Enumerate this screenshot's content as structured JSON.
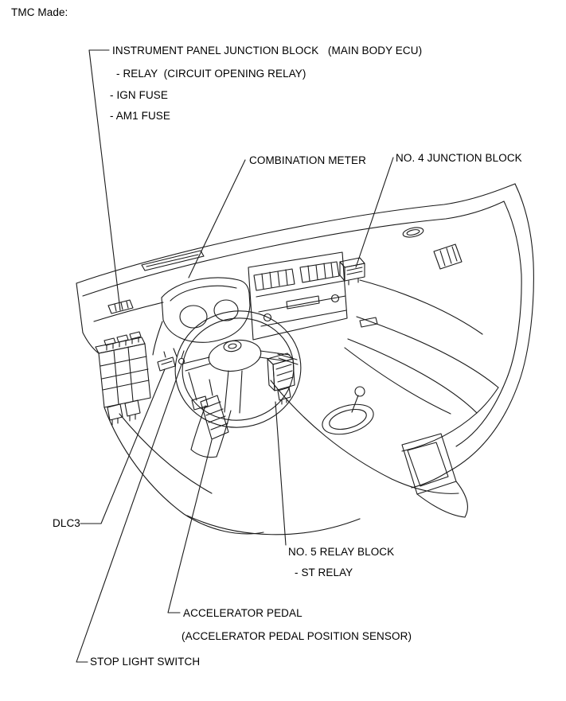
{
  "page": {
    "heading": "TMC Made:"
  },
  "diagram": {
    "subject": "instrument-panel-component-location",
    "line_color": "#1b1b1b",
    "background_color": "#ffffff"
  },
  "callouts": {
    "instrument_panel_junction_block": {
      "title": "INSTRUMENT PANEL JUNCTION BLOCK   (MAIN BODY ECU)",
      "items": [
        "- RELAY  (CIRCUIT OPENING RELAY)",
        "- IGN FUSE",
        "- AM1 FUSE"
      ]
    },
    "combination_meter": "COMBINATION METER",
    "no4_junction_block": "NO. 4 JUNCTION BLOCK",
    "dlc3": "DLC3",
    "no5_relay_block": {
      "title": "NO. 5 RELAY BLOCK",
      "items": [
        "- ST RELAY"
      ]
    },
    "accelerator_pedal": {
      "title": "ACCELERATOR PEDAL",
      "items": [
        "(ACCELERATOR PEDAL POSITION SENSOR)"
      ]
    },
    "stop_light_switch": "STOP LIGHT SWITCH"
  }
}
